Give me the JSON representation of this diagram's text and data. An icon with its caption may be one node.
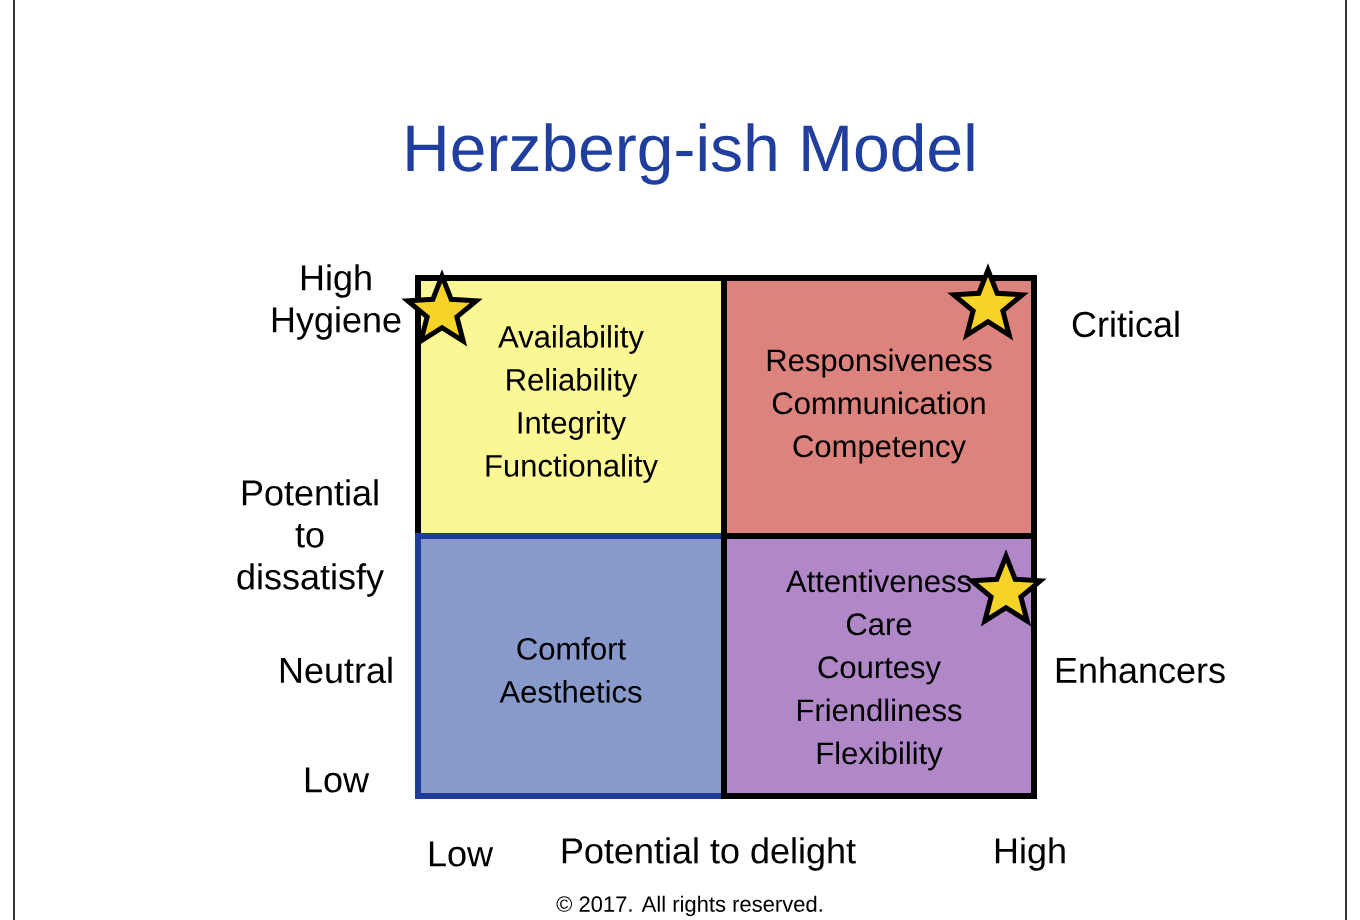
{
  "diagram": {
    "title": "Herzberg-ish Model",
    "nodes": [
      {
        "text": [
          "Availability Reliability Integrity Functionality"
        ]
      },
      {
        "text": [
          "Responsiveness Communication Competency"
        ]
      },
      {
        "text": [
          "Comfort Aesthetics"
        ]
      },
      {
        "text": [
          "Attentiveness Care Courtesy Friendliness Flexibility"
        ]
      }
    ],
    "labels": [
      "High Hygiene",
      "Critical",
      "Potential to dissatisfy",
      "Neutral",
      "Enhancers",
      "Low",
      "Low",
      "Potential to delight",
      "High",
      "© 2017. All rights reserved."
    ]
  }
}
